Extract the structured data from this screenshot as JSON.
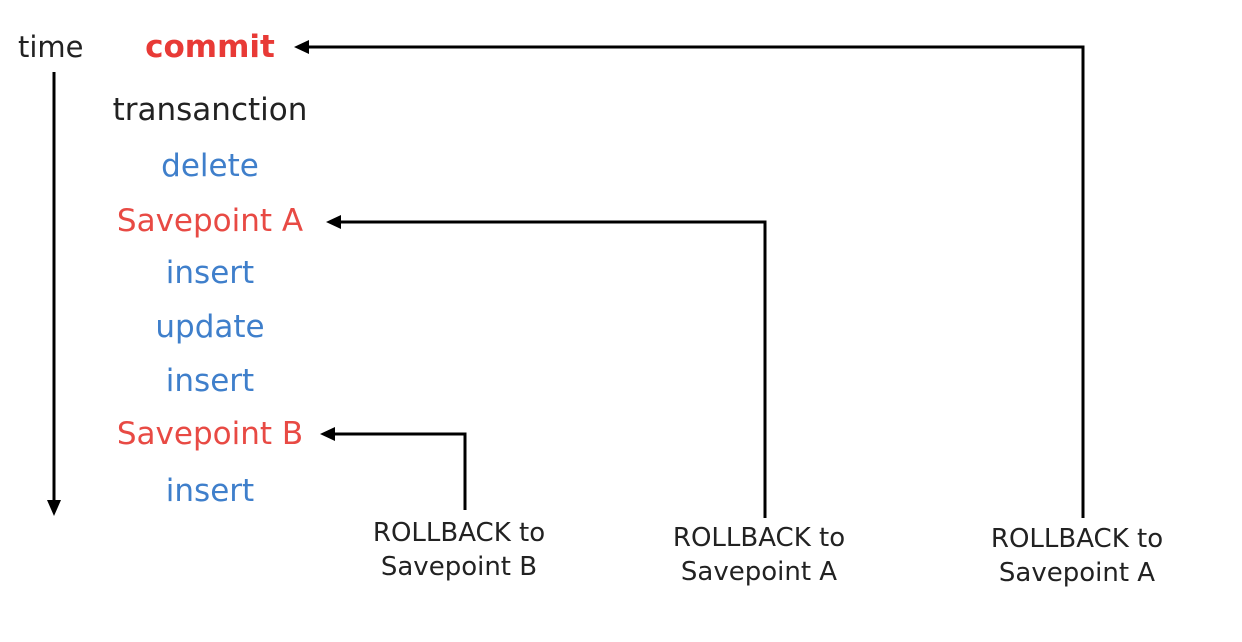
{
  "time_axis": {
    "label": "time"
  },
  "sequence": [
    {
      "text": "commit",
      "color": "#e83a36",
      "bold": true
    },
    {
      "text": "transanction",
      "color": "#222222",
      "bold": false
    },
    {
      "text": "delete",
      "color": "#3f7fcb",
      "bold": false
    },
    {
      "text": "Savepoint A",
      "color": "#e84a44",
      "bold": false
    },
    {
      "text": "insert",
      "color": "#3f7fcb",
      "bold": false
    },
    {
      "text": "update",
      "color": "#3f7fcb",
      "bold": false
    },
    {
      "text": "insert",
      "color": "#3f7fcb",
      "bold": false
    },
    {
      "text": "Savepoint B",
      "color": "#e84a44",
      "bold": false
    },
    {
      "text": "insert",
      "color": "#3f7fcb",
      "bold": false
    }
  ],
  "rollbacks": [
    {
      "line1": "ROLLBACK to",
      "line2": "Savepoint B",
      "target": "Savepoint B"
    },
    {
      "line1": "ROLLBACK to",
      "line2": "Savepoint A",
      "target": "Savepoint A"
    },
    {
      "line1": "ROLLBACK to",
      "line2": "Savepoint A",
      "target": "commit"
    }
  ],
  "colors": {
    "arrow": "#000000",
    "statement": "#3f7fcb",
    "savepoint": "#e84a44",
    "commit": "#e83a36",
    "text": "#222222"
  }
}
